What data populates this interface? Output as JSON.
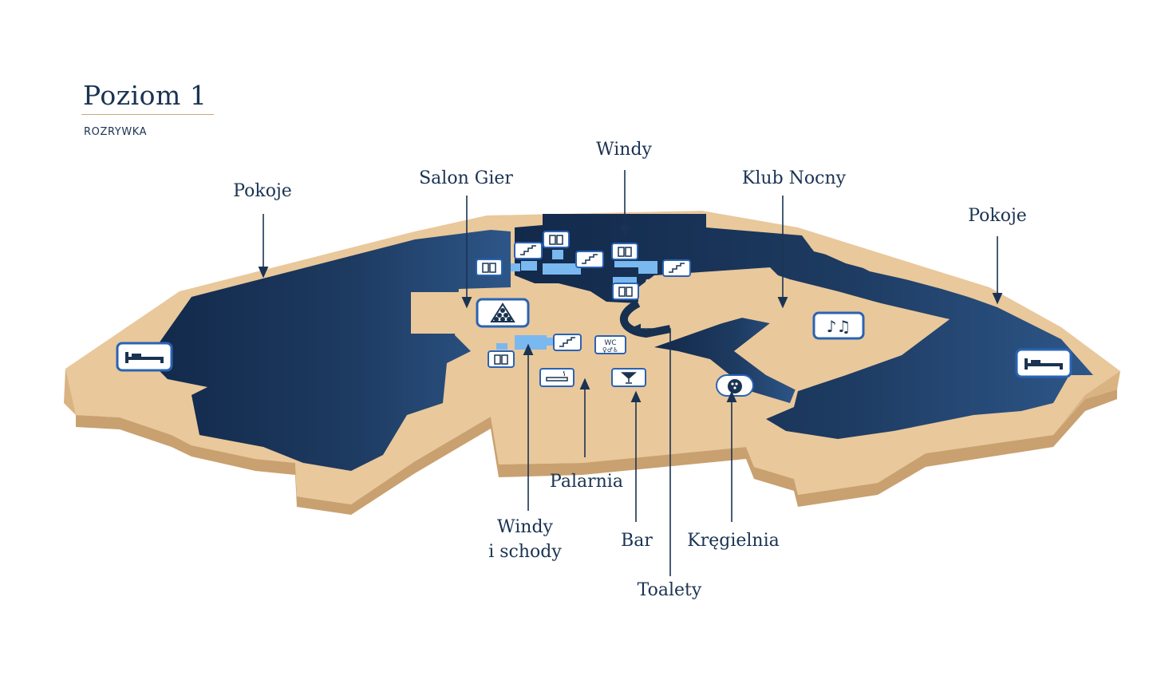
{
  "header": {
    "title": "Poziom 1",
    "subtitle": "ROZRYWKA"
  },
  "labels": {
    "rooms_left": "Pokoje",
    "game_room": "Salon Gier",
    "elevators_top": "Windy",
    "night_club": "Klub Nocny",
    "rooms_right": "Pokoje",
    "smoking_room": "Palarnia",
    "elevators_stairs_line1": "Windy",
    "elevators_stairs_line2": "i schody",
    "bar": "Bar",
    "bowling": "Kręgielnia",
    "toilets": "Toalety"
  },
  "icons": {
    "rooms": "bed-icon",
    "game_room": "billiard-balls-icon",
    "night_club": "music-notes-icon",
    "elevator": "elevator-icon",
    "stairs": "stairs-icon",
    "toilets": "wc-icon",
    "smoking": "cigarette-icon",
    "bar": "cocktail-glass-icon",
    "bowling": "bowling-ball-icon"
  },
  "icon_text": {
    "wc": "WC"
  },
  "colors": {
    "floor_dark": "#17304f",
    "floor_tan": "#e9c89b",
    "wall_side": "#d9b382",
    "accent_blue": "#7ab8f0",
    "icon_border": "#2a63b4",
    "text": "#1a3352"
  }
}
